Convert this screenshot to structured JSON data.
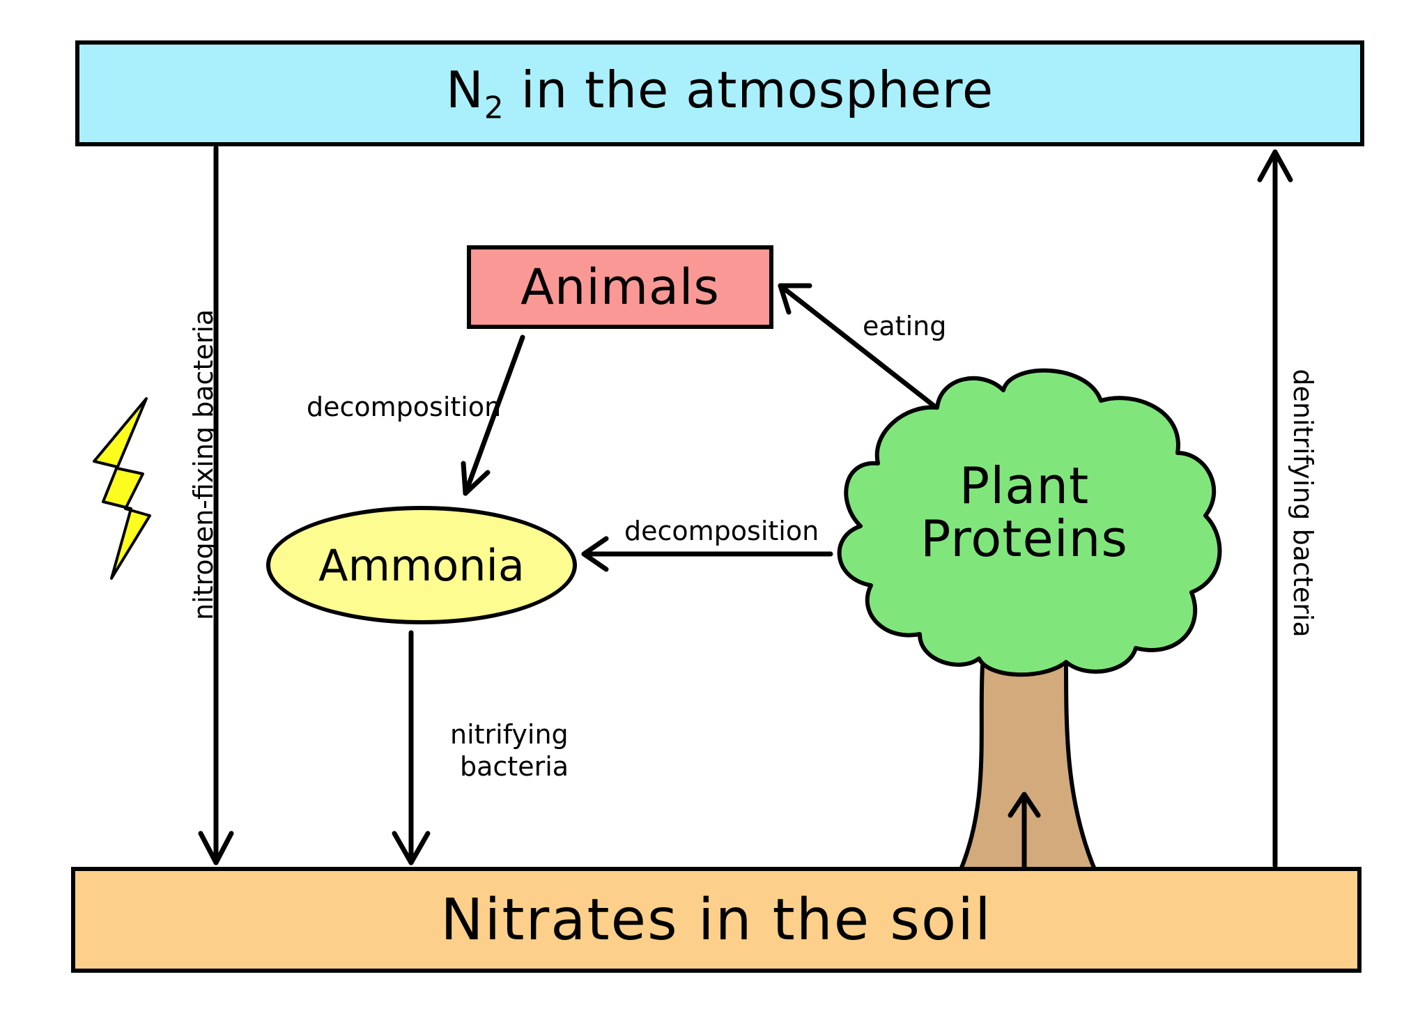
{
  "atmosphere": {
    "text": "N",
    "sub": "2",
    "rest": " in the atmosphere"
  },
  "soil": {
    "text": "Nitrates in the soil"
  },
  "animals": {
    "text": "Animals"
  },
  "ammonia": {
    "text": "Ammonia"
  },
  "plant": {
    "line1": "Plant",
    "line2": "Proteins"
  },
  "labels": {
    "nitrogen_fixing": "nitrogen-fixing bacteria",
    "denitrifying": "denitrifying bacteria",
    "eating": "eating",
    "decomposition_animals": "decomposition",
    "decomposition_plant": "decomposition",
    "nitrifying_1": "nitrifying",
    "nitrifying_2": "bacteria"
  },
  "colors": {
    "atmosphere": "#aaf0fc",
    "soil": "#fcd08a",
    "animals": "#fa9895",
    "ammonia": "#fcfc90",
    "foliage": "#80e67c",
    "trunk": "#d2aa7c",
    "lightning": "#fcfc1e"
  },
  "icons": [
    "lightning-icon",
    "tree-icon"
  ]
}
